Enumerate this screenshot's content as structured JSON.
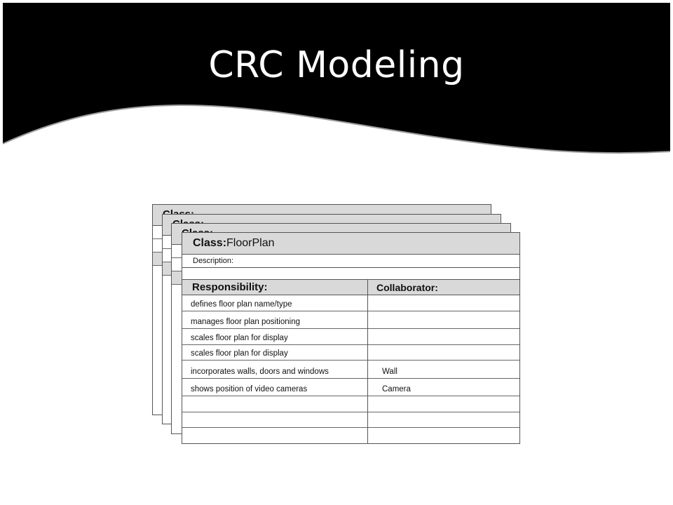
{
  "slide": {
    "title": "CRC Modeling"
  },
  "cards_behind": [
    {
      "class_label": "Class:"
    },
    {
      "class_label": "Class:"
    },
    {
      "class_label": "Class:"
    }
  ],
  "card": {
    "class_label": "Class:",
    "class_name": "FloorPlan",
    "description_label": "Description:",
    "responsibility_header": "Responsibility:",
    "collaborator_header": "Collaborator:",
    "rows": [
      {
        "responsibility": "defines floor plan name/type",
        "collaborator": ""
      },
      {
        "responsibility": "manages floor plan positioning",
        "collaborator": ""
      },
      {
        "responsibility": "scales floor plan for display",
        "collaborator": ""
      },
      {
        "responsibility": "scales floor plan for display",
        "collaborator": ""
      },
      {
        "responsibility": "incorporates walls, doors and windows",
        "collaborator": "Wall"
      },
      {
        "responsibility": "shows position of video cameras",
        "collaborator": "Camera"
      },
      {
        "responsibility": "",
        "collaborator": ""
      },
      {
        "responsibility": "",
        "collaborator": ""
      },
      {
        "responsibility": "",
        "collaborator": ""
      }
    ]
  },
  "colors": {
    "banner": "#000000",
    "header_fill": "#d9d9d9"
  }
}
